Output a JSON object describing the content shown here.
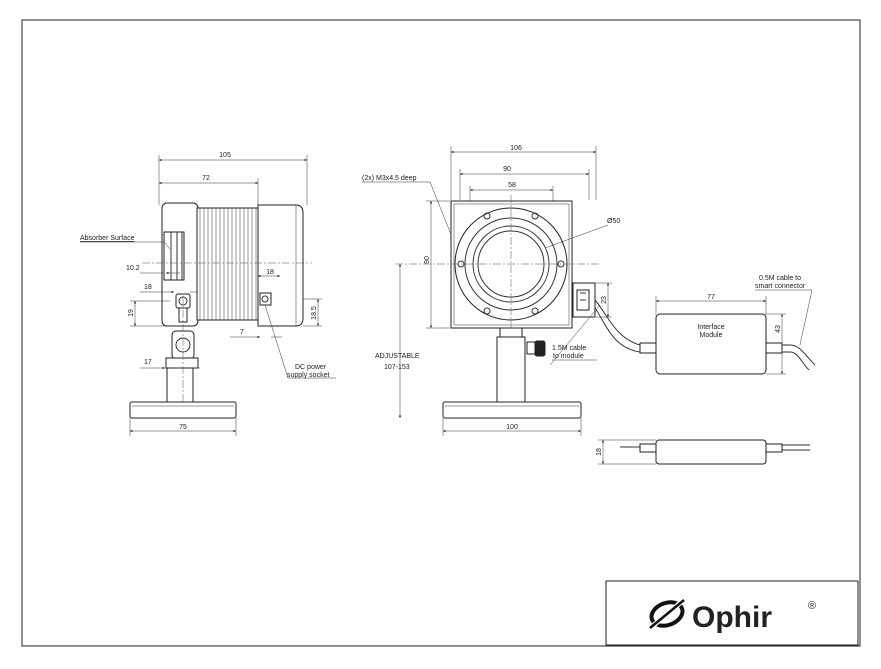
{
  "dimensions": {
    "side_width": "105",
    "side_body": "72",
    "side_socket_offset": "18",
    "side_absorber_offset": "10.2",
    "side_knob_width": "18",
    "side_knob_height": "19",
    "side_socket_height": "18.5",
    "side_socket_gap": "7",
    "side_post": "17",
    "side_base": "75",
    "front_width": "106",
    "front_inner": "90",
    "front_holes": "58",
    "front_height": "90",
    "front_aperture": "Ø50",
    "front_connector": "23",
    "front_base": "100",
    "module_length": "77",
    "module_height": "43",
    "module_thickness": "18"
  },
  "labels": {
    "threads": "(2x)  M3x4.5 deep",
    "absorber": "Absorber Surface",
    "dc_power_1": "DC power",
    "dc_power_2": "supply socket",
    "adjustable_1": "ADJUSTABLE",
    "adjustable_2": "107-153",
    "cable_module_1": "1.5M cable",
    "cable_module_2": "to module",
    "cable_smart_1": "0.5M cable to",
    "cable_smart_2": "smart connector",
    "module_1": "Interface",
    "module_2": "Module"
  },
  "logo": {
    "brand": "Ophir",
    "mark": "®"
  }
}
